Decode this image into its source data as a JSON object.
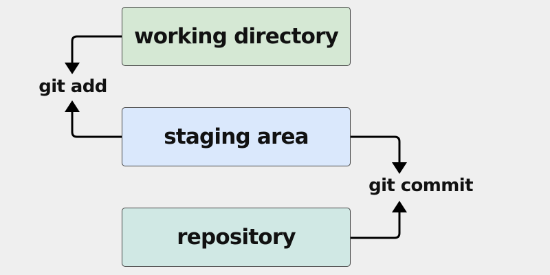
{
  "diagram": {
    "nodes": {
      "working_directory": "working directory",
      "staging_area": "staging area",
      "repository": "repository"
    },
    "edge_labels": {
      "add": "git add",
      "commit": "git commit"
    },
    "colors": {
      "background": "#efefef",
      "working_directory_fill": "#d5e8d4",
      "staging_area_fill": "#dae8fc",
      "repository_fill": "#d0e8e4",
      "arrow": "#000000"
    }
  }
}
